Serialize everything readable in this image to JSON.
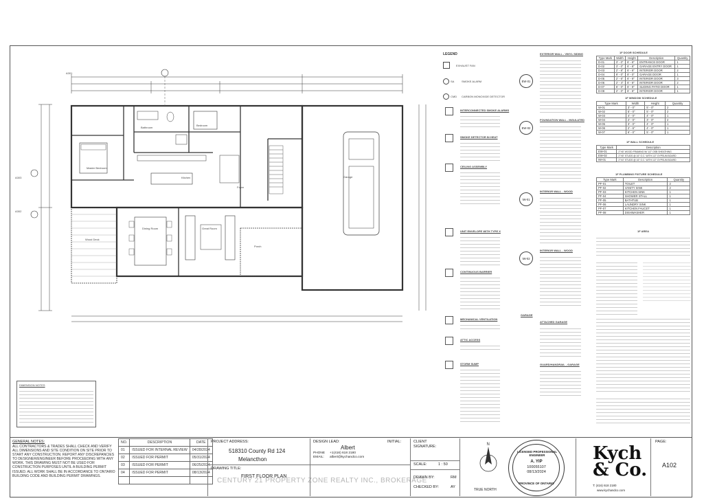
{
  "legend": {
    "title": "LEGEND",
    "items": [
      {
        "code": "",
        "label": "EXHAUST FAN"
      },
      {
        "code": "SA",
        "label": "SMOKE ALARM"
      },
      {
        "code": "CMD",
        "label": "CARBON MONOXIDE DETECTOR"
      }
    ]
  },
  "plan": {
    "rooms": [
      "Master Bedroom",
      "Bathroom",
      "Bedroom",
      "Kitchen",
      "Dining Room",
      "Great Room",
      "Foyer",
      "Garage",
      "Wood Deck",
      "Porch"
    ],
    "section_tags": [
      "A301",
      "A303",
      "A302"
    ]
  },
  "notes_left": {
    "headings": [
      "INTERCONNECTED SMOKE ALARMS",
      "SMOKE DETECTOR IN HEAT",
      "CEILING ASSEMBLY",
      "UNIT ENVELOPE WITH TYPE X",
      "CONTINUOUS BARRIER",
      "MECHANICAL VENTILATION",
      "ATTIC ACCESS",
      "STORM SUMP"
    ]
  },
  "walls": {
    "labels": [
      "EXTERIOR WALL - VINYL SIDING",
      "FOUNDATION WALL - INSULATED",
      "INTERIOR WALL - WOOD",
      "INTERIOR WALL - WOOD",
      "GARAGE",
      "ATTACHED GARAGE",
      "GUARD/HANDRAIL - GARAGE"
    ],
    "codes": [
      "EW-01",
      "EW-02",
      "IW-01",
      "IW-02"
    ]
  },
  "door_schedule": {
    "title": "1F DOOR SCHEDULE",
    "headers": [
      "Type Mark",
      "Width",
      "Height",
      "Description",
      "Quantity"
    ],
    "rows": [
      [
        "D-01",
        "3' - 0\"",
        "6' - 8\"",
        "ENTRANCE DOOR",
        "1"
      ],
      [
        "D-02",
        "3' - 0\"",
        "6' - 8\"",
        "GARAGE ENTRY DOOR",
        "1"
      ],
      [
        "D-03",
        "2' - 8\"",
        "6' - 8\"",
        "INTERIOR DOOR",
        "2"
      ],
      [
        "D-04",
        "9' - 0\"",
        "8' - 0\"",
        "GARAGE DOOR",
        "1"
      ],
      [
        "D-05",
        "2' - 6\"",
        "6' - 8\"",
        "INTERIOR DOOR",
        "3"
      ],
      [
        "D-06",
        "2' - 4\"",
        "6' - 8\"",
        "INTERIOR DOOR",
        "2"
      ],
      [
        "D-07",
        "6' - 0\"",
        "6' - 8\"",
        "SLIDING PATIO DOOR",
        "1"
      ],
      [
        "D-08",
        "2' - 0\"",
        "6' - 8\"",
        "INTERIOR DOOR",
        "1"
      ]
    ]
  },
  "window_schedule": {
    "title": "1F WINDOW SCHEDULE",
    "headers": [
      "Type Mark",
      "Width",
      "Height",
      "Quantity"
    ],
    "rows": [
      [
        "W-01",
        "3' - 0\"",
        "5' - 0\"",
        "2"
      ],
      [
        "W-02",
        "5' - 0\"",
        "5' - 0\"",
        "2"
      ],
      [
        "W-03",
        "4' - 0\"",
        "4' - 0\"",
        "1"
      ],
      [
        "W-04",
        "2' - 0\"",
        "3' - 0\"",
        "2"
      ],
      [
        "W-05",
        "3' - 0\"",
        "4' - 0\"",
        "1"
      ],
      [
        "W-06",
        "2' - 6\"",
        "4' - 0\"",
        "1"
      ],
      [
        "W-07",
        "6' - 0\"",
        "5' - 0\"",
        "1"
      ]
    ]
  },
  "wall_schedule": {
    "title": "1F WALL SCHEDULE",
    "headers": [
      "Type Mark",
      "Description"
    ],
    "rows": [
      [
        "EW-01",
        "2\"X6\" WOOD FRAMING W/ 1/2\" OSB SHEATHING"
      ],
      [
        "EW-02",
        "2\"X6\" STUDS @ 16\" O.C. WITH 1/2\" GYPSUM BOARD"
      ],
      [
        "IW-01",
        "2\"X4\" STUDS @ 16\" O.C. WITH 1/2\" GYPSUM BOARD"
      ]
    ]
  },
  "plumbing_schedule": {
    "title": "1F PLUMBING FIXTURE SCHEDULE",
    "headers": [
      "Type Mark",
      "Description",
      "Quantity"
    ],
    "rows": [
      [
        "PF-01",
        "TOILET",
        "2"
      ],
      [
        "PF-02",
        "VANITY SINK",
        "2"
      ],
      [
        "PF-03",
        "KITCHEN SINK",
        "1"
      ],
      [
        "PF-04",
        "SHOWER STALL",
        "1"
      ],
      [
        "PF-05",
        "BATHTUB",
        "1"
      ],
      [
        "PF-06",
        "LAUNDRY SINK",
        "1"
      ],
      [
        "PF-07",
        "KITCHEN FAUCET",
        "1"
      ],
      [
        "PF-08",
        "DISHWASHER",
        "1"
      ]
    ]
  },
  "area": {
    "title": "1F AREA"
  },
  "dimension_notes": {
    "title": "DIMENSION NOTES"
  },
  "general_notes": {
    "title": "GENERAL NOTES:",
    "text": "ALL CONTRACTORS & TRADES SHALL CHECK AND VERIFY ALL DIMENSIONS AND SITE CONDITION ON SITE PRIOR TO START ANY CONSTRUCTION. REPORT ANY DISCREPANCIES TO DESIGNER/ENGINEER BEFORE PROCEEDING WITH ANY WORK. THIS DRAWING MUST NOT BE USED FOR CONSTRUCTION PURPOSES UNTIL A BUILDING PERMIT ISSUED. ALL WORK SHALL BE IN ACCORDANCE TO ONTARIO BUILDING CODE AND BUILDING PERMIT DRAWINGS."
  },
  "revisions": {
    "headers": [
      "NO.",
      "DESCRIPTION",
      "DATE"
    ],
    "rows": [
      [
        "01",
        "ISSUED FOR INTERNAL REVIEW",
        "04/28/2024"
      ],
      [
        "02",
        "ISSUED FOR PERMIT",
        "05/31/2024"
      ],
      [
        "03",
        "ISSUED FOR PERMIT",
        "06/25/2024"
      ],
      [
        "04",
        "ISSUED FOR PERMIT",
        "08/13/2024"
      ]
    ]
  },
  "project": {
    "address_label": "PROJECT ADDRESS:",
    "address_line1": "518310 County Rd 124",
    "address_line2": "Melancthon",
    "title_label": "DRAWING TITLE:",
    "title": "FIRST FLOOR PLAN"
  },
  "design": {
    "lead_label": "DESIGN LEAD:",
    "lead_name": "Albert",
    "phone_label": "PHONE",
    "phone": "+1(416) 618 2180",
    "email_label": "EMAIL:",
    "email": "albert@kychandco.com",
    "initial_label": "INITIAL:",
    "client_label": "CLIENT",
    "signature_label": "SIGNATURE:",
    "scale_label": "SCALE:",
    "scale": "1 : 50",
    "drawn_label": "DRAWN BY:",
    "drawn": "RM",
    "checked_label": "CHECKED BY:",
    "checked": "AY",
    "north_label": "TRUE NORTH"
  },
  "seal": {
    "top_text": "LICENSED PROFESSIONAL ENGINEER",
    "name": "A. YIP",
    "number": "100055107",
    "date": "08/13/2024",
    "bottom_text": "PROVINCE OF ONTARIO"
  },
  "brand": {
    "line1": "Kych",
    "line2": "& Co.",
    "phone": "T: (416) 618 2180",
    "web": "www.kychandco.com"
  },
  "page": {
    "label": "PAGE:",
    "number": "A102"
  },
  "watermark": "CENTURY 21 PROPERTY ZONE REALTY INC., BROKERAGE"
}
